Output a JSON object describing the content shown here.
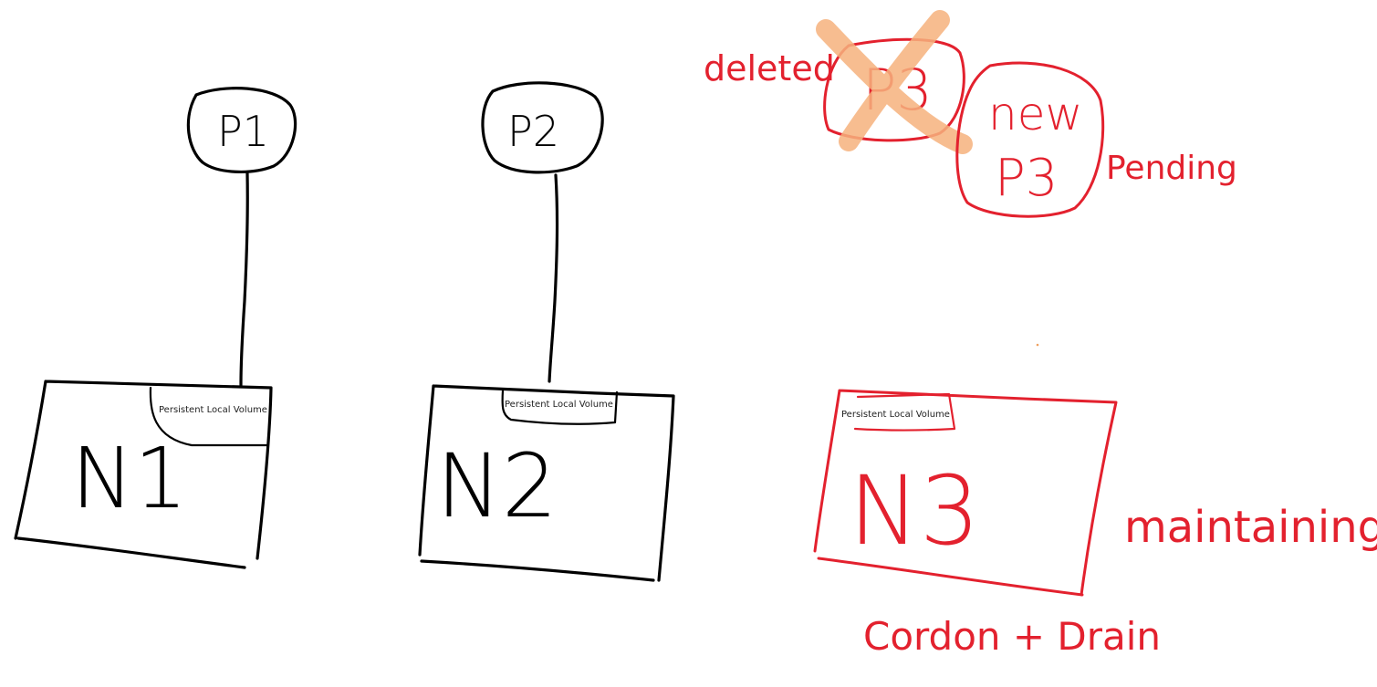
{
  "pods": {
    "p1": {
      "label": "P1"
    },
    "p2": {
      "label": "P2"
    },
    "p3_old": {
      "label": "P3",
      "status_label": "deleted"
    },
    "p3_new": {
      "label_line1": "new",
      "label_line2": "P3",
      "status_label": "Pending"
    }
  },
  "nodes": {
    "n1": {
      "label": "N1",
      "volume_label": "Persistent Local Volume"
    },
    "n2": {
      "label": "N2",
      "volume_label": "Persistent Local Volume"
    },
    "n3": {
      "label": "N3",
      "volume_label": "Persistent Local Volume",
      "status_label": "maintaining",
      "action_label": "Cordon + Drain"
    }
  },
  "colors": {
    "black_ink": "#000000",
    "red_ink": "#e3212e",
    "orange_strike": "#f6b17c"
  }
}
